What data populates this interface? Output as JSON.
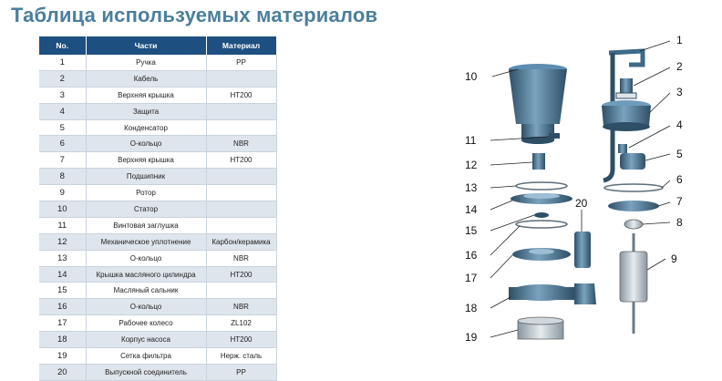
{
  "title": "Таблица используемых материалов",
  "table": {
    "headers": [
      "No.",
      "Части",
      "Материал"
    ],
    "rows": [
      {
        "no": "1",
        "part": "Ручка",
        "material": "PP"
      },
      {
        "no": "2",
        "part": "Кабель",
        "material": ""
      },
      {
        "no": "3",
        "part": "Верхняя крышка",
        "material": "HT200"
      },
      {
        "no": "4",
        "part": "Защита",
        "material": ""
      },
      {
        "no": "5",
        "part": "Конденсатор",
        "material": ""
      },
      {
        "no": "6",
        "part": "О-кольцо",
        "material": "NBR"
      },
      {
        "no": "7",
        "part": "Верхняя крышка",
        "material": "HT200"
      },
      {
        "no": "8",
        "part": "Подшипник",
        "material": ""
      },
      {
        "no": "9",
        "part": "Ротор",
        "material": ""
      },
      {
        "no": "10",
        "part": "Статор",
        "material": ""
      },
      {
        "no": "11",
        "part": "Винтовая заглушка",
        "material": ""
      },
      {
        "no": "12",
        "part": "Механическое уплотнение",
        "material": "Карбон/керамика"
      },
      {
        "no": "13",
        "part": "О-кольцо",
        "material": "NBR"
      },
      {
        "no": "14",
        "part": "Крышка масляного цилиндра",
        "material": "HT200"
      },
      {
        "no": "15",
        "part": "Масляный сальник",
        "material": ""
      },
      {
        "no": "16",
        "part": "О-кольцо",
        "material": "NBR"
      },
      {
        "no": "17",
        "part": "Рабочее колесо",
        "material": "ZL102"
      },
      {
        "no": "18",
        "part": "Корпус насоса",
        "material": "HT200"
      },
      {
        "no": "19",
        "part": "Сетка фильтра",
        "material": "Нерж. сталь"
      },
      {
        "no": "20",
        "part": "Выпускной соединитель",
        "material": "PP"
      }
    ]
  },
  "diagram": {
    "callouts": [
      "1",
      "2",
      "3",
      "4",
      "5",
      "6",
      "7",
      "8",
      "9",
      "10",
      "11",
      "12",
      "13",
      "14",
      "15",
      "16",
      "17",
      "18",
      "19",
      "20"
    ]
  },
  "colors": {
    "title": "#4a7f9d",
    "header_bg": "#1d4f80",
    "row_alt": "#dfe5ec",
    "part_fill": "#4f7f9f",
    "part_dark": "#2e4f66"
  }
}
